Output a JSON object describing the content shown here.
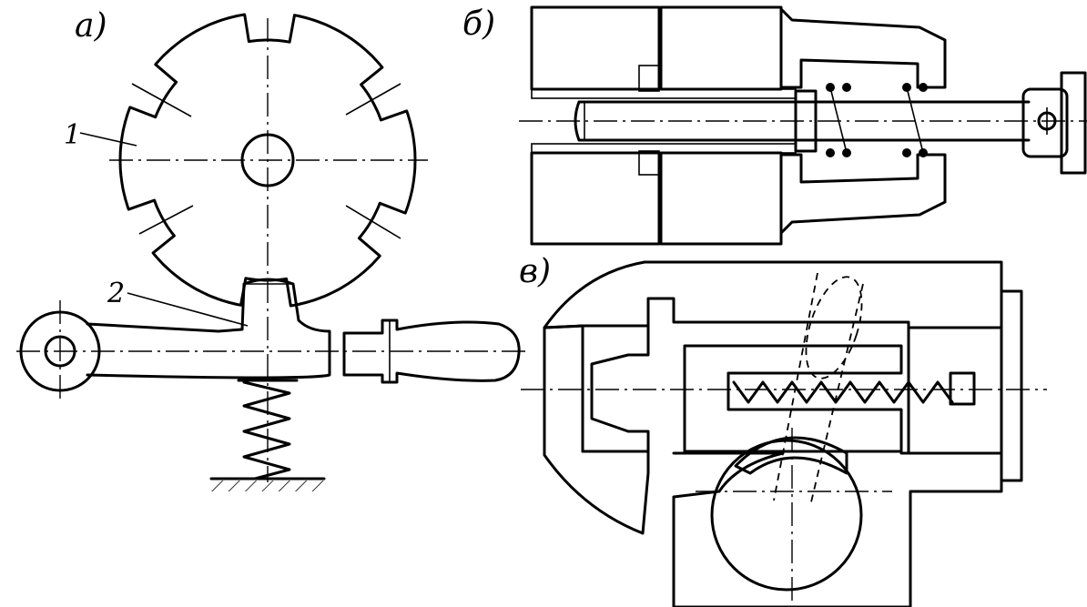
{
  "figure": {
    "panels": [
      {
        "label": "а)"
      },
      {
        "label": "б)"
      },
      {
        "label": "в)"
      }
    ],
    "callouts": [
      "1",
      "2"
    ]
  }
}
